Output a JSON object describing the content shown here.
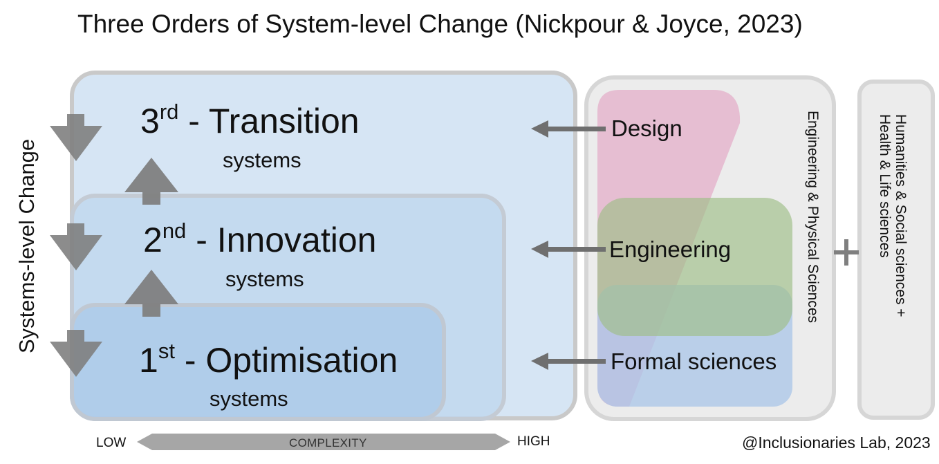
{
  "title": "Three Orders of System-level Change (Nickpour & Joyce, 2023)",
  "levels": [
    {
      "order": "3",
      "suffix": "rd",
      "name": " - Transition",
      "sub": "systems"
    },
    {
      "order": "2",
      "suffix": "nd",
      "name": " - Innovation",
      "sub": "systems"
    },
    {
      "order": "1",
      "suffix": "st",
      "name": " - Optimisation",
      "sub": "systems"
    }
  ],
  "y_axis_label": "Systems-level Change",
  "x_axis": {
    "low": "LOW",
    "label": "COMPLEXITY",
    "high": "HIGH"
  },
  "fields": {
    "design": "Design",
    "engineering": "Engineering",
    "formal": "Formal sciences"
  },
  "group_label": "Engineering & Physical Sciences",
  "plus_sign": "+",
  "other_group": {
    "line1": "Humanities & Social sciences +",
    "line2": "Health & Life sciences"
  },
  "credit": "@Inclusionaries Lab, 2023",
  "colors": {
    "systems_fill": "#a9c8e8",
    "design": "#e6b3cc",
    "engineering": "#a7c08f",
    "formal": "#aac4e2",
    "arrow": "#7f7f7f"
  }
}
